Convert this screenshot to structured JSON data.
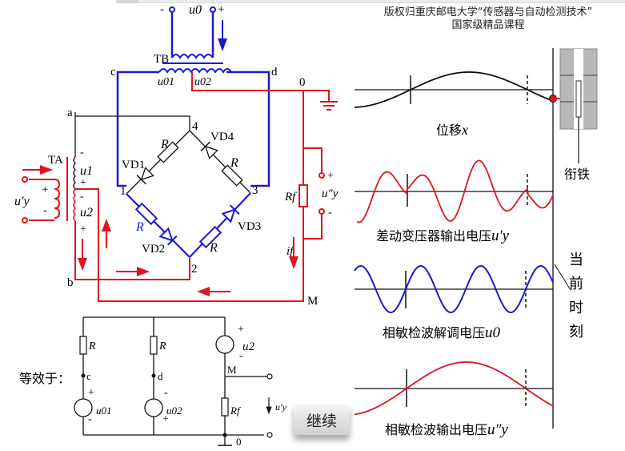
{
  "header": {
    "copyright_line1": "版权归重庆邮电大学“传感器与自动检测技术”",
    "copyright_line2": "国家级精品课程"
  },
  "circuit": {
    "output_label": "u0",
    "output_minus": "-",
    "output_plus": "+",
    "transformer_b": "TB",
    "transformer_a": "TA",
    "node_c": "c",
    "node_d": "d",
    "node_a": "a",
    "node_b": "b",
    "node_0": "0",
    "node_M": "M",
    "node_1": "1",
    "node_2": "2",
    "node_3": "3",
    "node_4": "4",
    "u01": "u01",
    "u02": "u02",
    "u1": "u1",
    "u2": "u2",
    "input_voltage": "u′y",
    "output_voltage": "u″y",
    "feedback_resistor": "Rf",
    "feedback_current": "if",
    "resistor": "R",
    "diodes": [
      "VD1",
      "VD2",
      "VD3",
      "VD4"
    ],
    "plus": "+",
    "minus": "-"
  },
  "equivalent": {
    "label": "等效于：",
    "node_c": "c",
    "node_d": "d",
    "node_M": "M",
    "node_0": "0",
    "resistor": "R",
    "feedback_resistor": "Rf",
    "source_u01": "u01",
    "source_u02": "u02",
    "source_u2": "u2",
    "output": "u′y"
  },
  "waveforms": {
    "displacement_caption": "位移",
    "displacement_symbol": "x",
    "lvdt_caption": "差动变压器输出电压",
    "lvdt_symbol": "u′y",
    "demod_caption": "相敏检波解调电压",
    "demod_symbol": "u0",
    "output_caption": "相敏检波输出电压",
    "output_symbol": "u″y",
    "armature_label": "衔铁",
    "current_moment_label": [
      "当",
      "前",
      "时",
      "刻"
    ],
    "colors": {
      "displacement": "#111111",
      "lvdt": "#e0141e",
      "demod": "#1a1ad0",
      "output": "#e0141e"
    }
  },
  "controls": {
    "continue_label": "继续"
  }
}
